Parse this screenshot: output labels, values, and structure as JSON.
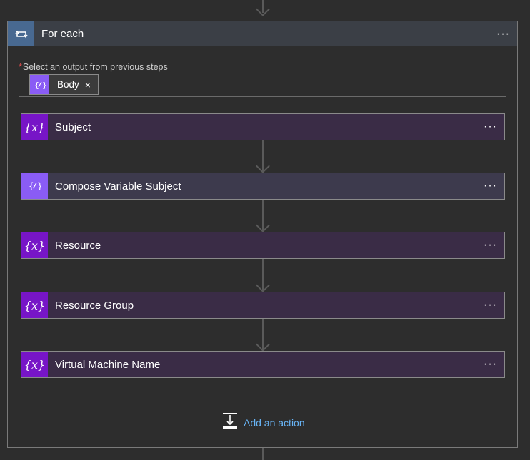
{
  "scope": {
    "title": "For each",
    "more": "···"
  },
  "select_output": {
    "required_mark": "*",
    "label": "Select an output from previous steps",
    "token": {
      "label": "Body",
      "remove": "×"
    }
  },
  "actions": [
    {
      "title": "Subject",
      "kind": "variable",
      "icon": "{x}",
      "more": "···"
    },
    {
      "title": "Compose Variable Subject",
      "kind": "compose",
      "icon": "compose-icon",
      "more": "···"
    },
    {
      "title": "Resource",
      "kind": "variable",
      "icon": "{x}",
      "more": "···"
    },
    {
      "title": "Resource Group",
      "kind": "variable",
      "icon": "{x}",
      "more": "···"
    },
    {
      "title": "Virtual Machine Name",
      "kind": "variable",
      "icon": "{x}",
      "more": "···"
    }
  ],
  "add_action": {
    "label": "Add an action"
  },
  "colors": {
    "background": "#2d2d2d",
    "scope_icon": "#486991",
    "variable_icon": "#7715c7",
    "compose_icon": "#8a5cf5",
    "link": "#68b4f5"
  }
}
